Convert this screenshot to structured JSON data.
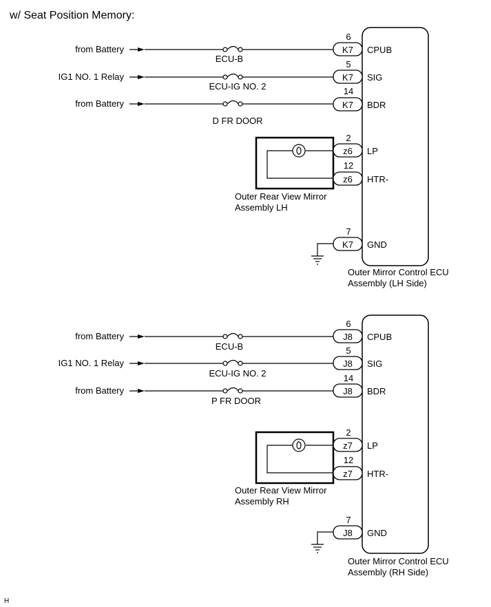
{
  "title": "w/ Seat Position Memory:",
  "footer_code": "H",
  "sections": [
    {
      "inputs": [
        {
          "source": "from Battery",
          "fuse": "ECU-B",
          "pin": "6",
          "connector": "K7",
          "terminal": "CPUB"
        },
        {
          "source": "IG1 NO. 1 Relay",
          "fuse": "ECU-IG NO. 2",
          "pin": "5",
          "connector": "K7",
          "terminal": "SIG"
        },
        {
          "source": "from Battery",
          "fuse": "D FR DOOR",
          "pin": "14",
          "connector": "K7",
          "terminal": "BDR"
        }
      ],
      "mirror": {
        "name_line1": "Outer Rear View Mirror",
        "name_line2": "Assembly LH",
        "pins": [
          {
            "pin": "2",
            "connector": "z6",
            "terminal": "LP"
          },
          {
            "pin": "12",
            "connector": "z6",
            "terminal": "HTR-"
          }
        ]
      },
      "ground": {
        "pin": "7",
        "connector": "K7",
        "terminal": "GND"
      },
      "ecu": {
        "name_line1": "Outer Mirror Control ECU",
        "name_line2": "Assembly (LH Side)"
      }
    },
    {
      "inputs": [
        {
          "source": "from Battery",
          "fuse": "ECU-B",
          "pin": "6",
          "connector": "J8",
          "terminal": "CPUB"
        },
        {
          "source": "IG1 NO. 1 Relay",
          "fuse": "ECU-IG NO. 2",
          "pin": "5",
          "connector": "J8",
          "terminal": "SIG"
        },
        {
          "source": "from Battery",
          "fuse": "P FR DOOR",
          "pin": "14",
          "connector": "J8",
          "terminal": "BDR"
        }
      ],
      "mirror": {
        "name_line1": "Outer Rear View Mirror",
        "name_line2": "Assembly RH",
        "pins": [
          {
            "pin": "2",
            "connector": "z7",
            "terminal": "LP"
          },
          {
            "pin": "12",
            "connector": "z7",
            "terminal": "HTR-"
          }
        ]
      },
      "ground": {
        "pin": "7",
        "connector": "J8",
        "terminal": "GND"
      },
      "ecu": {
        "name_line1": "Outer Mirror Control ECU",
        "name_line2": "Assembly (RH Side)"
      }
    }
  ]
}
